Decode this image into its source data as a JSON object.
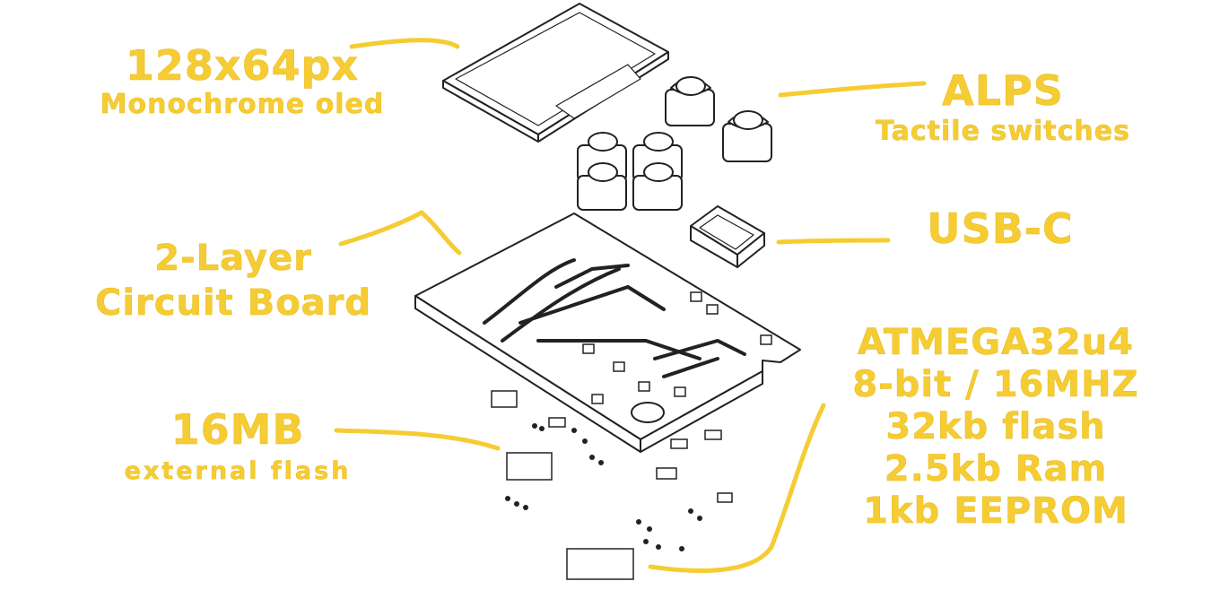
{
  "labels": {
    "oled": {
      "line1": "128x64px",
      "line2": "Monochrome oled"
    },
    "switches": {
      "line1": "ALPS",
      "line2": "Tactile switches"
    },
    "usb": {
      "line1": "USB-C"
    },
    "pcb": {
      "line1": "2-Layer",
      "line2": "Circuit Board"
    },
    "mcu": {
      "line1": "ATMEGA32u4",
      "line2": "8-bit / 16MHZ",
      "line3": "32kb flash",
      "line4": "2.5kb Ram",
      "line5": "1kb EEPROM"
    },
    "flash": {
      "line1": "16MB",
      "line2": "external flash"
    }
  },
  "colors": {
    "accent": "#f5cc33",
    "line": "#222222",
    "board": "#ffffff"
  }
}
